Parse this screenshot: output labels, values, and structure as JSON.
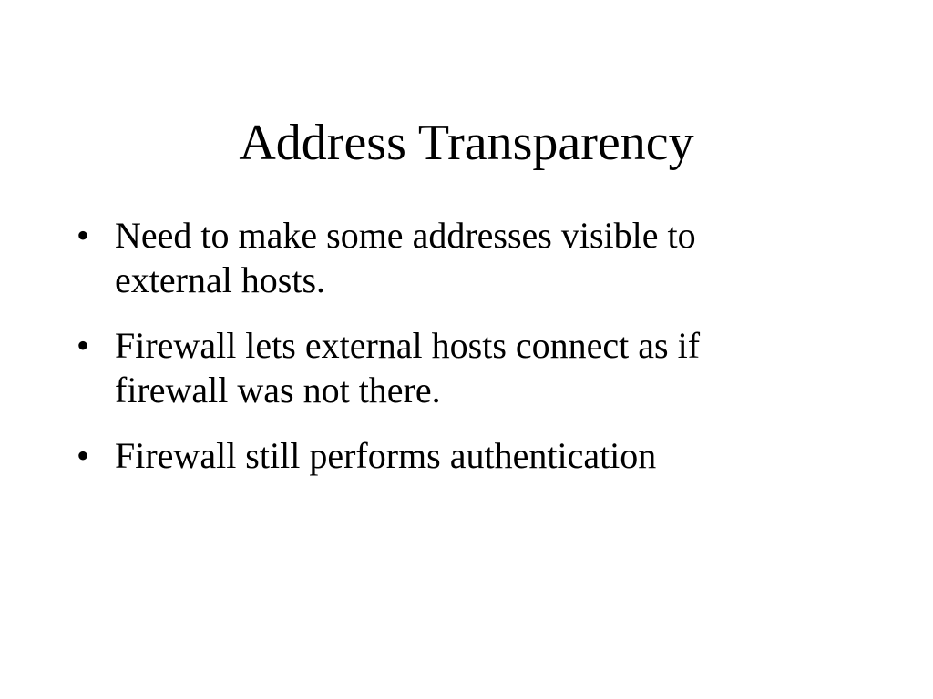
{
  "slide": {
    "title": "Address Transparency",
    "bullet_marker": "•",
    "bullets": [
      "Need to make some addresses visible to external hosts.",
      "Firewall lets external hosts connect as if firewall was not there.",
      "Firewall still performs authentication"
    ]
  }
}
